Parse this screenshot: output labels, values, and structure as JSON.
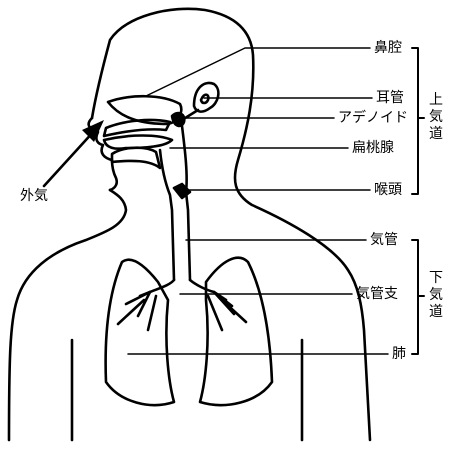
{
  "labels": {
    "nasal_cavity": "鼻腔",
    "ear_canal": "耳管",
    "adenoid": "アデノイド",
    "tonsil": "扁桃腺",
    "larynx": "喉頭",
    "trachea": "気管",
    "bronchus": "気管支",
    "lung": "肺",
    "outside_air": "外気"
  },
  "groups": {
    "upper_airway": [
      "上",
      "気",
      "道"
    ],
    "lower_airway": [
      "下",
      "気",
      "道"
    ]
  },
  "colors": {
    "line": "#000000",
    "background": "#ffffff"
  }
}
